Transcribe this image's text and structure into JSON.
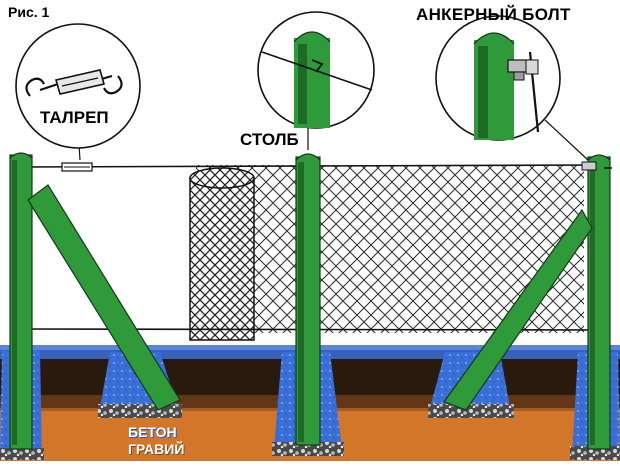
{
  "figure": {
    "title": "Рис. 1"
  },
  "labels": {
    "turnbuckle": "ТАЛРЕП",
    "post": "СТОЛБ",
    "anchor_bolt": "АНКЕРНЫЙ БОЛТ",
    "concrete": "БЕТОН",
    "gravel": "ГРАВИЙ"
  },
  "colors": {
    "post_green": "#2f9a3a",
    "post_dark": "#1e6b26",
    "concrete_blue": "#3b6fd8",
    "ground_orange": "#d2762a",
    "ground_dark": "#2a1a0e",
    "mesh_dark": "#2a2a2a",
    "gravel_gray": "#9a9a9a"
  },
  "icons": {
    "turnbuckle": "turnbuckle-icon",
    "post_top": "post-top-icon",
    "anchor_bolt": "anchor-bolt-icon",
    "mesh_roll": "mesh-roll-icon"
  }
}
